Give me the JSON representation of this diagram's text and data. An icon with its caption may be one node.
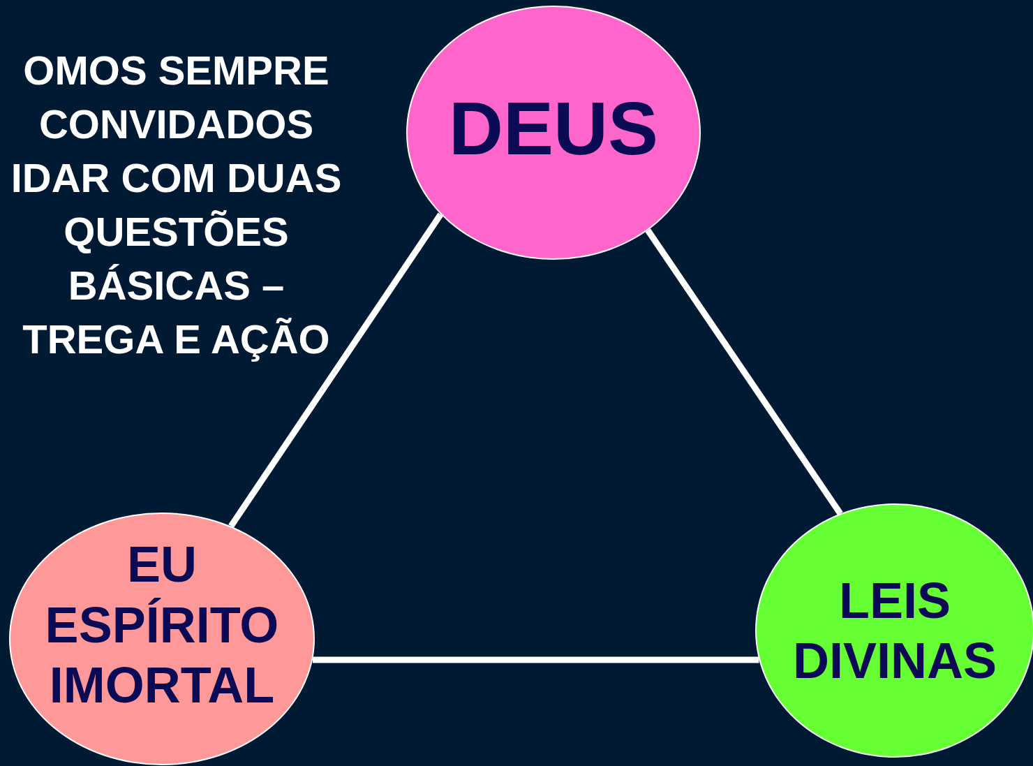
{
  "diagram": {
    "nodes": [
      {
        "text": [
          "DEUS"
        ]
      },
      {
        "text": [
          "EU ESPÍRITO IMORTAL"
        ]
      },
      {
        "text": [
          "LEIS DIVINAS"
        ]
      }
    ],
    "edges": [
      {
        "from": 0,
        "to": 1,
        "arrow": "none"
      },
      {
        "from": 0,
        "to": 2,
        "arrow": "none"
      },
      {
        "from": 1,
        "to": 2,
        "arrow": "none"
      }
    ],
    "labels": [
      "OMOS SEMPRE CONVIDADOS IDAR COM DUAS QUESTÕES BÁSICAS – TREGA E AÇÃO"
    ]
  }
}
